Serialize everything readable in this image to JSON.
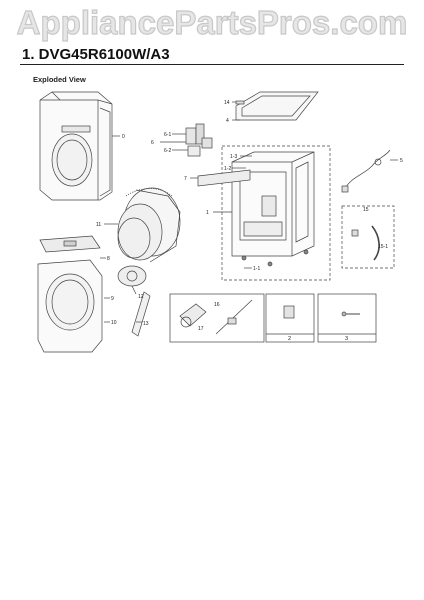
{
  "watermark": "AppliancePartsPros.com",
  "header": {
    "title": "1.  DVG45R6100W/A3",
    "subtitle": "Exploded View"
  },
  "callouts": {
    "c0": "0",
    "c1": "1",
    "c1_1": "1-1",
    "c1_2": "1-2",
    "c1_3": "1-3",
    "c2": "2",
    "c3": "3",
    "c4": "4",
    "c5": "5",
    "c6": "6",
    "c6_1": "6-1",
    "c6_2": "6-2",
    "c7": "7",
    "c8": "8",
    "c9": "9",
    "c10": "10",
    "c11": "11",
    "c12": "12",
    "c13": "13",
    "c14": "14",
    "c15": "15",
    "c15_1": "15-1",
    "c16": "16",
    "c17": "17"
  }
}
